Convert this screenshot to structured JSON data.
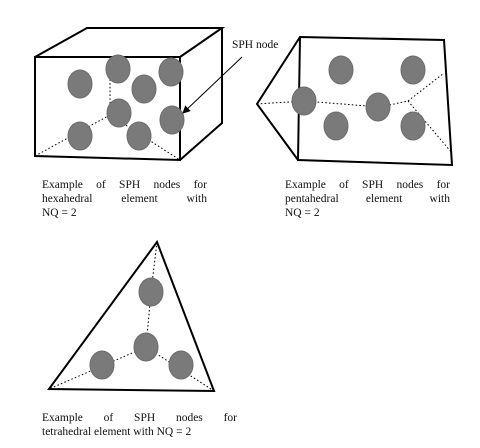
{
  "annotation": {
    "label": "SPH node"
  },
  "captions": {
    "hexahedral": [
      "Example of SPH nodes for",
      "hexahedral element with",
      "NQ = 2"
    ],
    "pentahedral": [
      "Example of SPH nodes for",
      "pentahedral element with",
      "NQ = 2"
    ],
    "tetrahedral": [
      "Example of SPH nodes for",
      "tetrahedral element with NQ = 2"
    ]
  },
  "colors": {
    "node_fill": "#7a7a7a",
    "edge": "#000000",
    "background": "#ffffff"
  }
}
